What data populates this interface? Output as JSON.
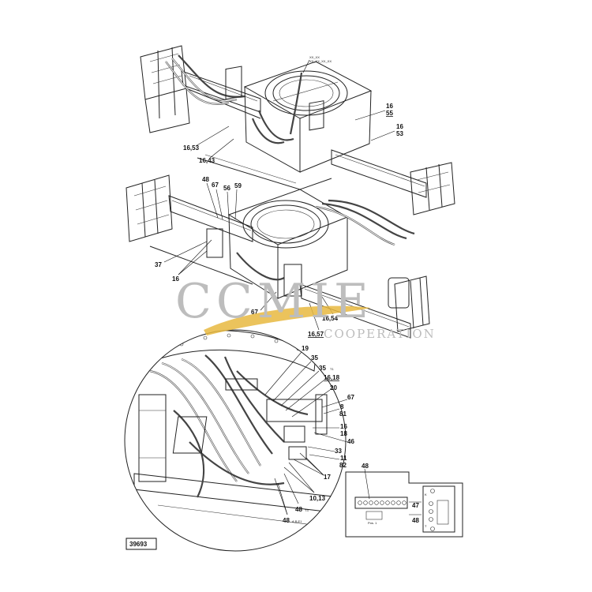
{
  "figure_number": "39693",
  "watermark": {
    "main": "CCMIE",
    "sub": "COOPERATION"
  },
  "top_assembly": {
    "callouts": [
      {
        "id": "t1",
        "text": "16\n55"
      },
      {
        "id": "t2",
        "text": "16\n53"
      },
      {
        "id": "t3",
        "text": "16,53"
      },
      {
        "id": "t4",
        "text": "16,43"
      }
    ]
  },
  "middle_assembly": {
    "callouts": [
      {
        "id": "m1",
        "text": "48"
      },
      {
        "id": "m2",
        "text": "67"
      },
      {
        "id": "m3",
        "text": "56"
      },
      {
        "id": "m4",
        "text": "59"
      },
      {
        "id": "m5",
        "text": "37"
      },
      {
        "id": "m6",
        "text": "16"
      },
      {
        "id": "m7",
        "text": "67"
      },
      {
        "id": "m8",
        "text": "16,54"
      },
      {
        "id": "m9",
        "text": "16,57"
      }
    ]
  },
  "detail_view": {
    "callouts": [
      {
        "id": "d1",
        "text": "19"
      },
      {
        "id": "d2",
        "text": "35"
      },
      {
        "id": "d3",
        "text": "35"
      },
      {
        "id": "d4",
        "text": "16,18"
      },
      {
        "id": "d5",
        "text": "20"
      },
      {
        "id": "d6",
        "text": "67"
      },
      {
        "id": "d7",
        "text": "8"
      },
      {
        "id": "d8",
        "text": "81"
      },
      {
        "id": "d9",
        "text": "16"
      },
      {
        "id": "d10",
        "text": "18"
      },
      {
        "id": "d11",
        "text": "46"
      },
      {
        "id": "d12",
        "text": "33"
      },
      {
        "id": "d13",
        "text": "11"
      },
      {
        "id": "d14",
        "text": "82"
      },
      {
        "id": "d15",
        "text": "17"
      },
      {
        "id": "d16",
        "text": "10,13"
      },
      {
        "id": "d17",
        "text": "48"
      },
      {
        "id": "d18",
        "text": "48"
      }
    ]
  },
  "connector_inset": {
    "callouts": [
      {
        "id": "c1",
        "text": "48"
      },
      {
        "id": "c2",
        "text": "47"
      },
      {
        "id": "c3",
        "text": "48"
      }
    ]
  }
}
